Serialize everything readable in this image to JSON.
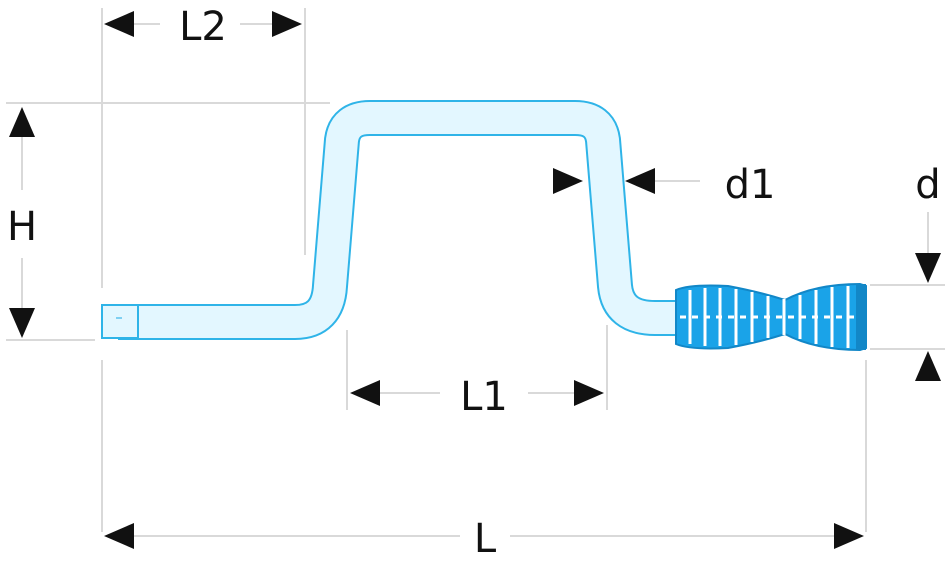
{
  "labels": {
    "L2": "L2",
    "H": "H",
    "L1": "L1",
    "d1": "d1",
    "d": "d",
    "L": "L"
  },
  "colors": {
    "rod_fill": "#e3f7ff",
    "rod_outline": "#2fb4e8",
    "grip_blue": "#1aa3e8",
    "grip_stripe": "#ffffff",
    "arrow": "#111111",
    "dimension_line": "#d9d9d9",
    "text": "#111111"
  }
}
